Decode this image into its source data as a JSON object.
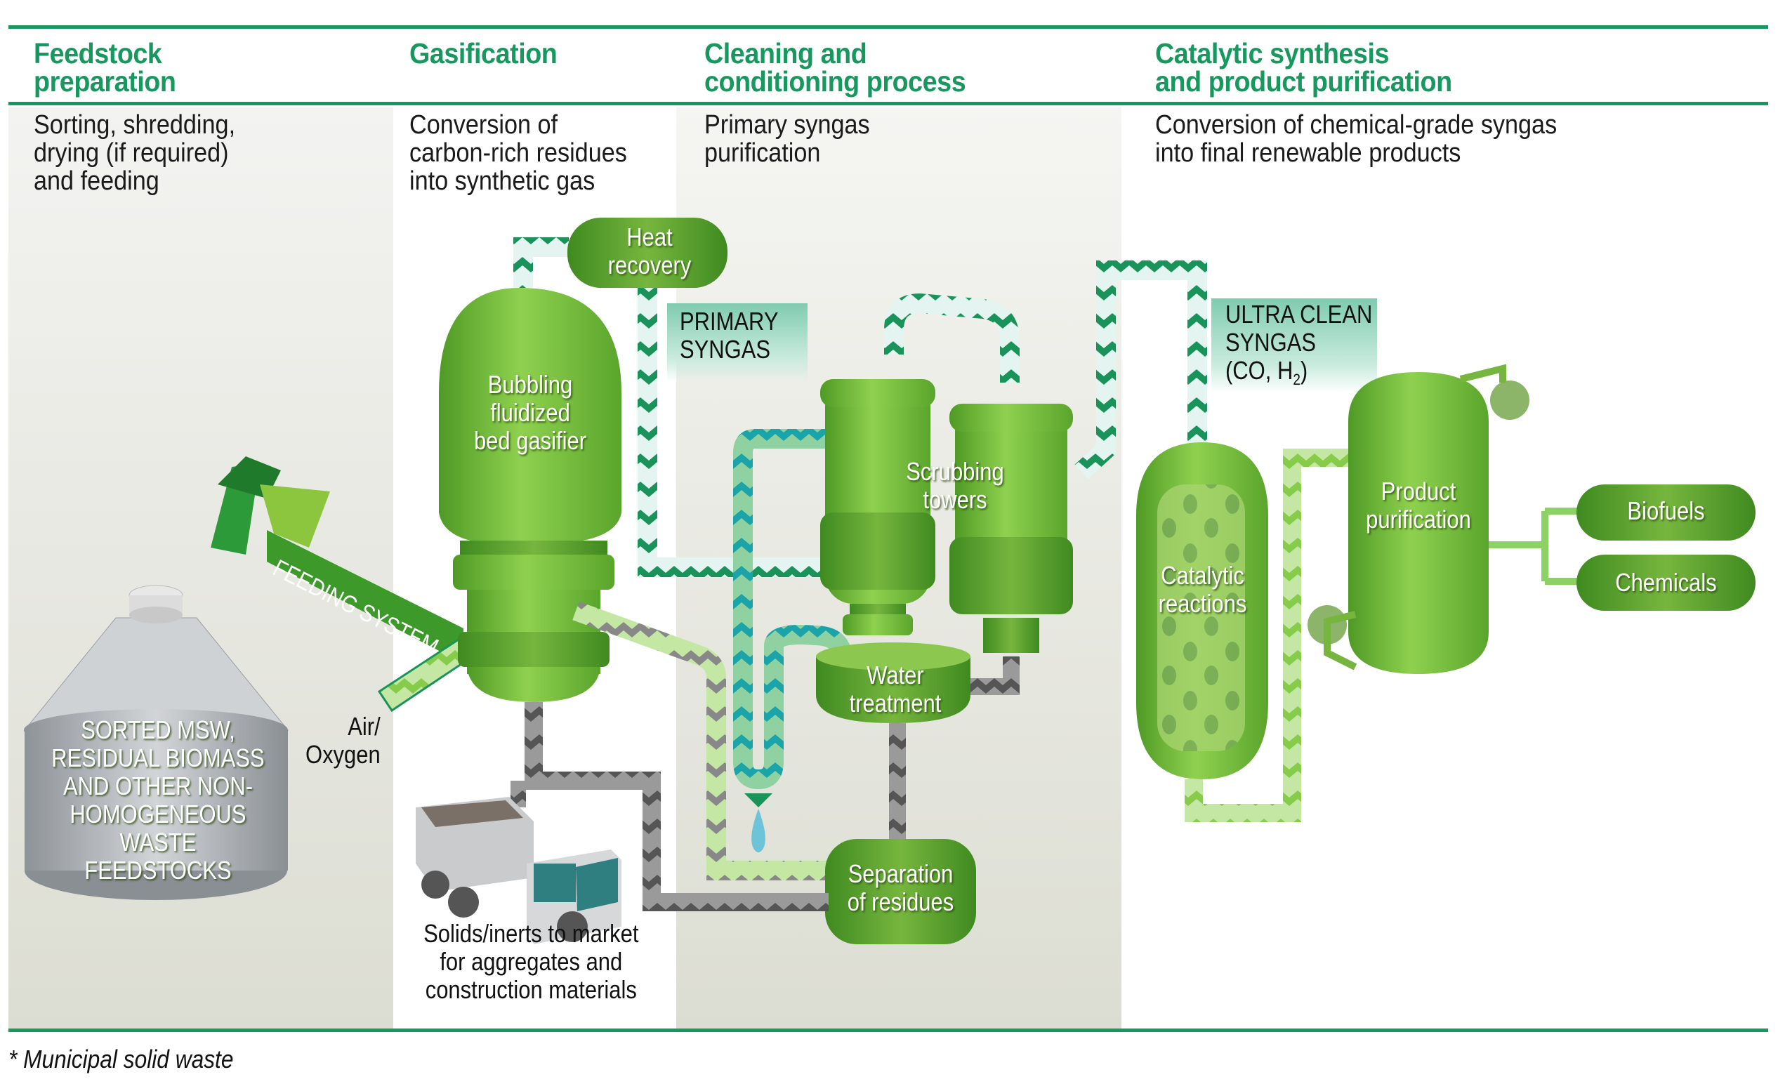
{
  "stages": [
    {
      "title_line1": "Feedstock",
      "title_line2": "preparation",
      "desc": [
        "Sorting, shredding,",
        "drying (if required)",
        "and feeding"
      ]
    },
    {
      "title_line1": "Gasification",
      "title_line2": "",
      "desc": [
        "Conversion of",
        "carbon-rich residues",
        "into synthetic gas"
      ]
    },
    {
      "title_line1": "Cleaning and",
      "title_line2": "conditioning process",
      "desc": [
        "Primary syngas",
        "purification"
      ]
    },
    {
      "title_line1": "Catalytic synthesis",
      "title_line2": "and product purification",
      "desc": [
        "Conversion of chemical-grade syngas",
        "into final renewable products"
      ]
    }
  ],
  "silo": {
    "label": [
      "SORTED MSW,",
      "RESIDUAL BIOMASS",
      "AND OTHER NON-",
      "HOMOGENEOUS",
      "WASTE FEEDSTOCKS"
    ]
  },
  "feeding_system": "FEEDING SYSTEM",
  "air_oxygen": [
    "Air/",
    "Oxygen"
  ],
  "gasifier": [
    "Bubbling",
    "fluidized",
    "bed gasifier"
  ],
  "heat_recovery": [
    "Heat",
    "recovery"
  ],
  "primary_syngas": [
    "PRIMARY",
    "SYNGAS"
  ],
  "scrubbing_towers": [
    "Scrubbing",
    "towers"
  ],
  "water_treatment": [
    "Water",
    "treatment"
  ],
  "separation": [
    "Separation",
    "of residues"
  ],
  "solids": [
    "Solids/inerts to market",
    "for aggregates and",
    "construction materials"
  ],
  "ultra_clean": {
    "line1": "ULTRA CLEAN",
    "line2": "SYNGAS",
    "line3_prefix": "(CO, H",
    "subscript": "2",
    "line3_suffix": ")"
  },
  "catalytic": [
    "Catalytic",
    "reactions"
  ],
  "product_purification": [
    "Product",
    "purification"
  ],
  "outputs": [
    "Biofuels",
    "Chemicals"
  ],
  "footnote": "* Municipal solid waste",
  "colors": {
    "accent": "#17985f",
    "vessel": "#76c043",
    "vessel_dark": "#4e9a2a",
    "band_gray": "#e6e6df",
    "pipe_dark": "#19935a",
    "pipe_gray": "#6d6d6d",
    "pipe_water": "#1aa3a8"
  }
}
